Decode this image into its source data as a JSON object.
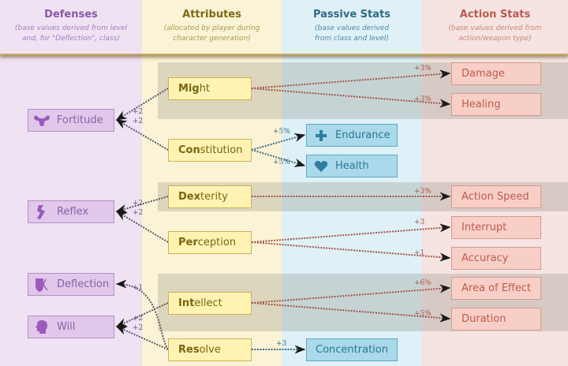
{
  "columns": {
    "defenses": {
      "title": "Defenses",
      "subtitle_line1": "(base values derived from level",
      "subtitle_line2": "and, for \"Deflection\", class)"
    },
    "attributes": {
      "title": "Attributes",
      "subtitle_line1": "(allocated by player during",
      "subtitle_line2": "character generation)"
    },
    "passive": {
      "title": "Passive Stats",
      "subtitle_line1": "(base values derived",
      "subtitle_line2": "from class and level)"
    },
    "action": {
      "title": "Action Stats",
      "subtitle_line1": "(base values derived from",
      "subtitle_line2": "action/weapon type)"
    }
  },
  "defenses": [
    {
      "label": "Fortitude",
      "icon": "muscle-icon"
    },
    {
      "label": "Reflex",
      "icon": "reflex-icon"
    },
    {
      "label": "Deflection",
      "icon": "shield-icon"
    },
    {
      "label": "Will",
      "icon": "head-icon"
    }
  ],
  "attributes": [
    {
      "bold": "Mig",
      "rest": "ht"
    },
    {
      "bold": "Con",
      "rest": "stitution"
    },
    {
      "bold": "Dex",
      "rest": "terity"
    },
    {
      "bold": "Per",
      "rest": "ception"
    },
    {
      "bold": "Int",
      "rest": "ellect"
    },
    {
      "bold": "Res",
      "rest": "olve"
    }
  ],
  "passive": [
    {
      "label": "Endurance",
      "icon": "plus-icon"
    },
    {
      "label": "Health",
      "icon": "heart-icon"
    },
    {
      "label": "Concentration"
    }
  ],
  "action": [
    {
      "label": "Damage"
    },
    {
      "label": "Healing"
    },
    {
      "label": "Action Speed"
    },
    {
      "label": "Interrupt"
    },
    {
      "label": "Accuracy"
    },
    {
      "label": "Area of Effect"
    },
    {
      "label": "Duration"
    }
  ],
  "links": [
    {
      "from": "Might",
      "to": "Fortitude",
      "bonus": "+2"
    },
    {
      "from": "Constitution",
      "to": "Fortitude",
      "bonus": "+2"
    },
    {
      "from": "Dexterity",
      "to": "Reflex",
      "bonus": "+2"
    },
    {
      "from": "Perception",
      "to": "Reflex",
      "bonus": "+2"
    },
    {
      "from": "Resolve",
      "to": "Deflection",
      "bonus": "+1"
    },
    {
      "from": "Intellect",
      "to": "Will",
      "bonus": "+2"
    },
    {
      "from": "Resolve",
      "to": "Will",
      "bonus": "+2"
    },
    {
      "from": "Might",
      "to": "Damage",
      "bonus": "+3%"
    },
    {
      "from": "Might",
      "to": "Healing",
      "bonus": "+3%"
    },
    {
      "from": "Constitution",
      "to": "Endurance",
      "bonus": "+5%"
    },
    {
      "from": "Constitution",
      "to": "Health",
      "bonus": "+5%"
    },
    {
      "from": "Dexterity",
      "to": "Action Speed",
      "bonus": "+3%"
    },
    {
      "from": "Perception",
      "to": "Interrupt",
      "bonus": "+3"
    },
    {
      "from": "Perception",
      "to": "Accuracy",
      "bonus": "+1"
    },
    {
      "from": "Intellect",
      "to": "Area of Effect",
      "bonus": "+6%"
    },
    {
      "from": "Intellect",
      "to": "Duration",
      "bonus": "+5%"
    },
    {
      "from": "Resolve",
      "to": "Concentration",
      "bonus": "+3"
    }
  ],
  "colors": {
    "defense": "#8d5fa6",
    "attribute": "#7a6610",
    "passive": "#2c7896",
    "action": "#bf5b4f",
    "link_red": "#a0564a",
    "link_blue": "#3d6e82",
    "link_gray": "#5a5a6a"
  }
}
